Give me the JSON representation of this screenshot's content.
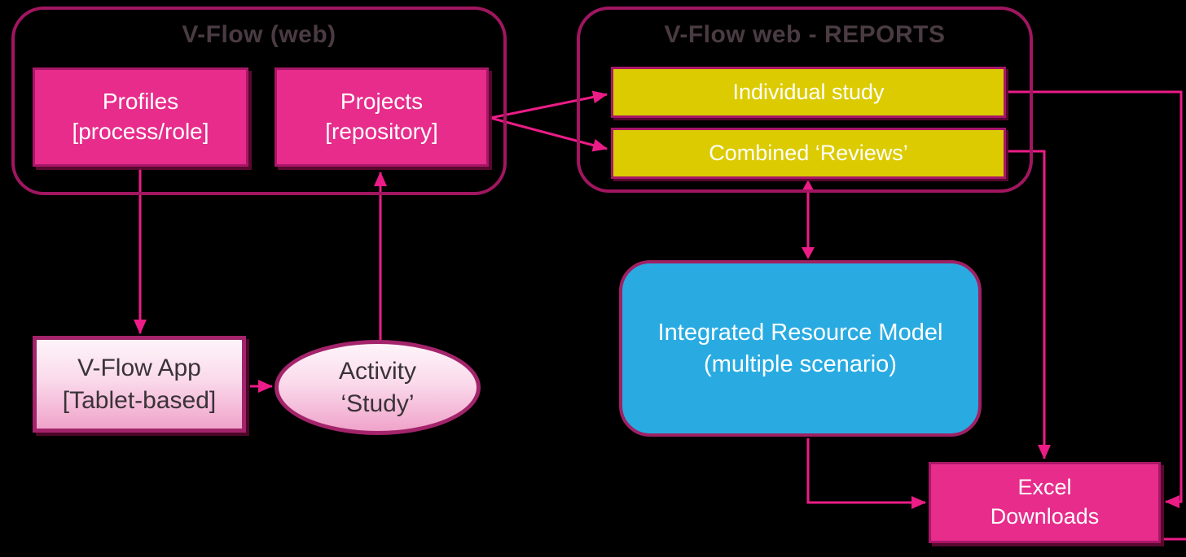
{
  "colors": {
    "background": "#000000",
    "container_border": "#A11660",
    "node_border": "#A81767",
    "arrow": "#EC1C87",
    "pink_fill": "#E72C8B",
    "yellow_fill": "#DCCB00",
    "blue_fill": "#29ABE2",
    "light_pink_gradient_top": "#FEF4F9",
    "light_pink_gradient_bottom": "#F0A3CA",
    "container_title_text": "#4A3B42",
    "dark_node_text": "#3A3338",
    "light_node_text": "#FFFFFF"
  },
  "containers": {
    "vflow_web": {
      "title": "V-Flow (web)"
    },
    "vflow_web_reports": {
      "title": "V-Flow web - REPORTS"
    }
  },
  "nodes": {
    "profiles": {
      "line1": "Profiles",
      "line2": "[process/role]"
    },
    "projects": {
      "line1": "Projects",
      "line2": "[repository]"
    },
    "individual_study": {
      "label": "Individual study"
    },
    "combined_reviews": {
      "label": "Combined ‘Reviews’"
    },
    "vflow_app": {
      "line1": "V-Flow App",
      "line2": "[Tablet-based]"
    },
    "activity_study": {
      "line1": "Activity",
      "line2": "‘Study’"
    },
    "integrated_resource_model": {
      "line1": "Integrated Resource Model",
      "line2": "(multiple scenario)"
    },
    "excel_downloads": {
      "line1": "Excel",
      "line2": "Downloads"
    }
  },
  "edges": [
    {
      "from": "profiles",
      "to": "vflow_app",
      "style": "arrow"
    },
    {
      "from": "vflow_app",
      "to": "activity_study",
      "style": "arrow"
    },
    {
      "from": "activity_study",
      "to": "projects",
      "style": "arrow"
    },
    {
      "from": "projects",
      "to": "individual_study",
      "style": "arrow"
    },
    {
      "from": "projects",
      "to": "combined_reviews",
      "style": "arrow"
    },
    {
      "from": "combined_reviews",
      "to": "integrated_resource_model",
      "style": "double-arrow"
    },
    {
      "from": "integrated_resource_model",
      "to": "excel_downloads",
      "style": "arrow"
    },
    {
      "from": "combined_reviews",
      "to": "excel_downloads",
      "style": "arrow"
    },
    {
      "from": "individual_study",
      "to": "excel_downloads",
      "style": "arrow"
    },
    {
      "from": "excel_downloads",
      "to": "off-canvas-right",
      "style": "line"
    }
  ]
}
